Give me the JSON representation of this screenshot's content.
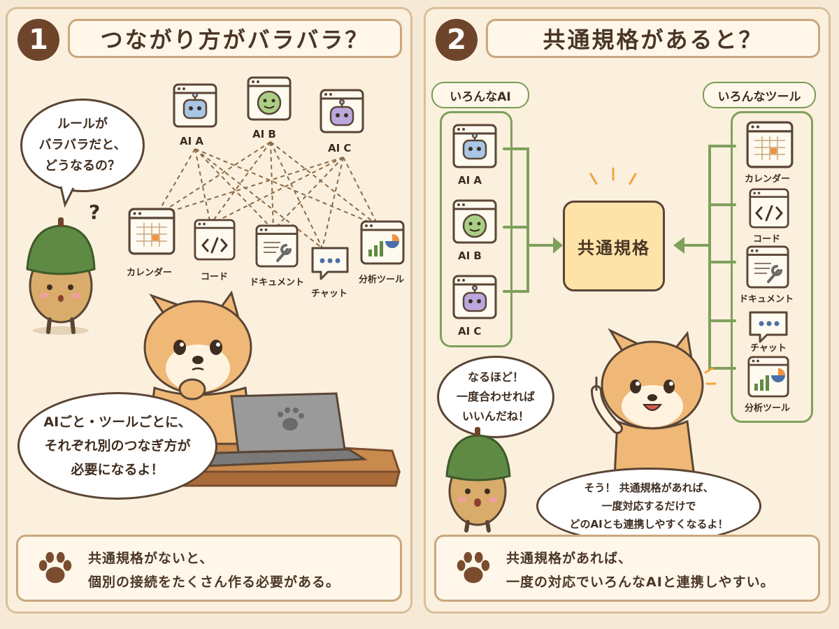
{
  "panel1": {
    "number": "1",
    "title": "つながり方がバラバラ？",
    "bubble_acorn": [
      "ルールが",
      "バラバラだと、",
      "どうなるの？"
    ],
    "question_mark": "?",
    "bubble_dog": [
      "AIごと・ツールごとに、",
      "それぞれ別のつなぎ方が",
      "必要になるよ！"
    ],
    "ai": [
      "AI A",
      "AI B",
      "AI C"
    ],
    "tools": [
      "カレンダー",
      "コード",
      "ドキュメント",
      "チャット",
      "分析ツール"
    ],
    "footer": [
      "共通規格がないと、",
      "個別の接続をたくさん作る必要がある。"
    ]
  },
  "panel2": {
    "number": "2",
    "title": "共通規格があると？",
    "ai_group_label": "いろんなAI",
    "tool_group_label": "いろんなツール",
    "ai": [
      "AI A",
      "AI B",
      "AI C"
    ],
    "tools": [
      "カレンダー",
      "コード",
      "ドキュメント",
      "チャット",
      "分析ツール"
    ],
    "standard": "共通規格",
    "bubble_acorn": [
      "なるほど！",
      "一度合わせれば",
      "いいんだね！"
    ],
    "bubble_dog": [
      "そう！ 共通規格があれば、",
      "一度対応するだけで",
      "どのAIとも連携しやすくなるよ！"
    ],
    "footer": [
      "共通規格があれば、",
      "一度の対応でいろんなAIと連携しやすい。"
    ]
  },
  "colors": {
    "frame": "#d9bf9c",
    "number_circle": "#6e452b",
    "green": "#7fa05c",
    "standard_box": "#fde3a8",
    "ai_a": "#a9c6e6",
    "ai_b": "#a9cf86",
    "ai_c": "#bca8de",
    "dog": "#f0b877",
    "acorn_cap": "#5f8a44"
  },
  "icons": [
    "robot-icon",
    "calendar-icon",
    "code-icon",
    "document-wrench-icon",
    "chat-icon",
    "chart-icon",
    "paw-icon",
    "laptop-icon",
    "shiba-dog",
    "acorn-character"
  ]
}
